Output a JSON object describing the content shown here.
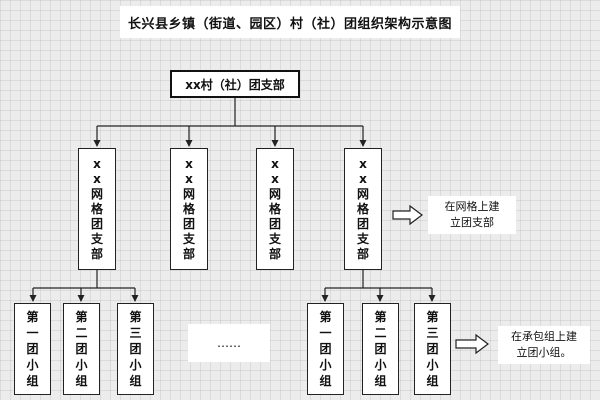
{
  "title": "长兴县乡镇（街道、园区）村（社）团组织架构示意图",
  "root": "xx村（社）团支部",
  "branches": [
    {
      "chars": [
        "x",
        "x",
        "网",
        "格",
        "团",
        "支",
        "部"
      ]
    },
    {
      "chars": [
        "x",
        "x",
        "网",
        "格",
        "团",
        "支",
        "部"
      ]
    },
    {
      "chars": [
        "x",
        "x",
        "网",
        "格",
        "团",
        "支",
        "部"
      ]
    },
    {
      "chars": [
        "x",
        "x",
        "网",
        "格",
        "团",
        "支",
        "部"
      ]
    }
  ],
  "groups_left": [
    {
      "chars": [
        "第",
        "一",
        "团",
        "小",
        "组"
      ]
    },
    {
      "chars": [
        "第",
        "二",
        "团",
        "小",
        "组"
      ]
    },
    {
      "chars": [
        "第",
        "三",
        "团",
        "小",
        "组"
      ]
    }
  ],
  "groups_right": [
    {
      "chars": [
        "第",
        "一",
        "团",
        "小",
        "组"
      ]
    },
    {
      "chars": [
        "第",
        "二",
        "团",
        "小",
        "组"
      ]
    },
    {
      "chars": [
        "第",
        "三",
        "团",
        "小",
        "组"
      ]
    }
  ],
  "ellipsis": "……",
  "note_branch": {
    "line1": "在网格上建",
    "line2": "立团支部"
  },
  "note_group": {
    "line1": "在承包组上建",
    "line2": "立团小组。"
  }
}
